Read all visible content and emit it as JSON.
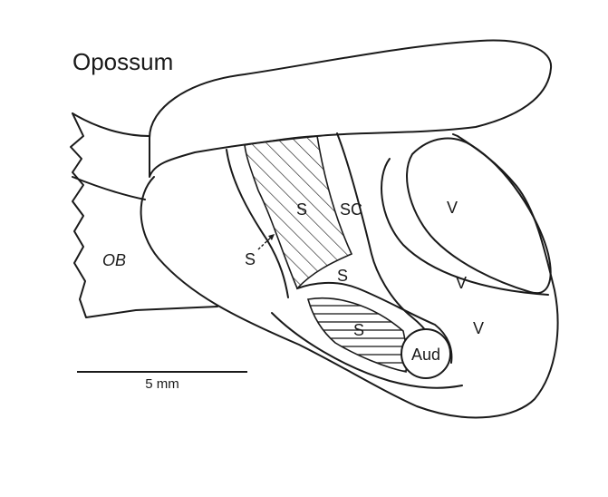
{
  "title": "Opossum",
  "labels": {
    "ob": "OB",
    "s_center": "S",
    "s_left": "S",
    "sc": "SC",
    "s_lower": "S",
    "s_bottom": "S",
    "v_top": "V",
    "v_mid": "V",
    "v_low": "V",
    "aud": "Aud"
  },
  "scale_bar": {
    "label": "5 mm"
  }
}
